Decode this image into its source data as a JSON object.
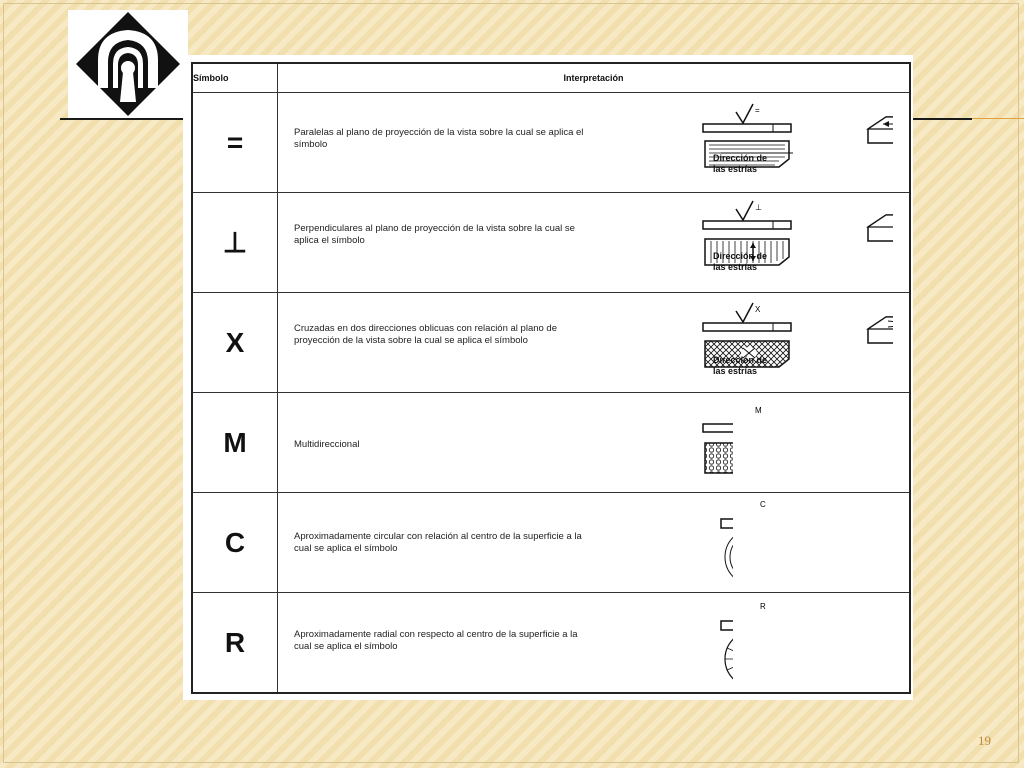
{
  "table": {
    "header_symbol": "Símbolo",
    "header_interpretation": "Interpretación",
    "direction_label": "Dirección de\nlas estrías",
    "rows": [
      {
        "symbol": "=",
        "tag": "=",
        "text": "Paralelas al plano de proyección de la vista sobre la cual se aplica el símbolo"
      },
      {
        "symbol": "⊥",
        "tag": "⊥",
        "text": "Perpendiculares al plano de proyección de la vista sobre la cual se aplica el símbolo"
      },
      {
        "symbol": "X",
        "tag": "X",
        "text": "Cruzadas en dos direcciones oblicuas con relación al plano de proyección de la vista sobre la cual se aplica el símbolo"
      },
      {
        "symbol": "M",
        "tag": "M",
        "text": "Multidireccional"
      },
      {
        "symbol": "C",
        "tag": "C",
        "text": "Aproximadamente circular con relación al centro de la superficie a la cual se aplica el símbolo"
      },
      {
        "symbol": "R",
        "tag": "R",
        "text": "Aproximadamente radial con respecto al centro de la superficie a la cual se aplica el símbolo"
      }
    ]
  },
  "logo": {
    "icon": "keyhole-arch-logo"
  },
  "page_number": "19"
}
